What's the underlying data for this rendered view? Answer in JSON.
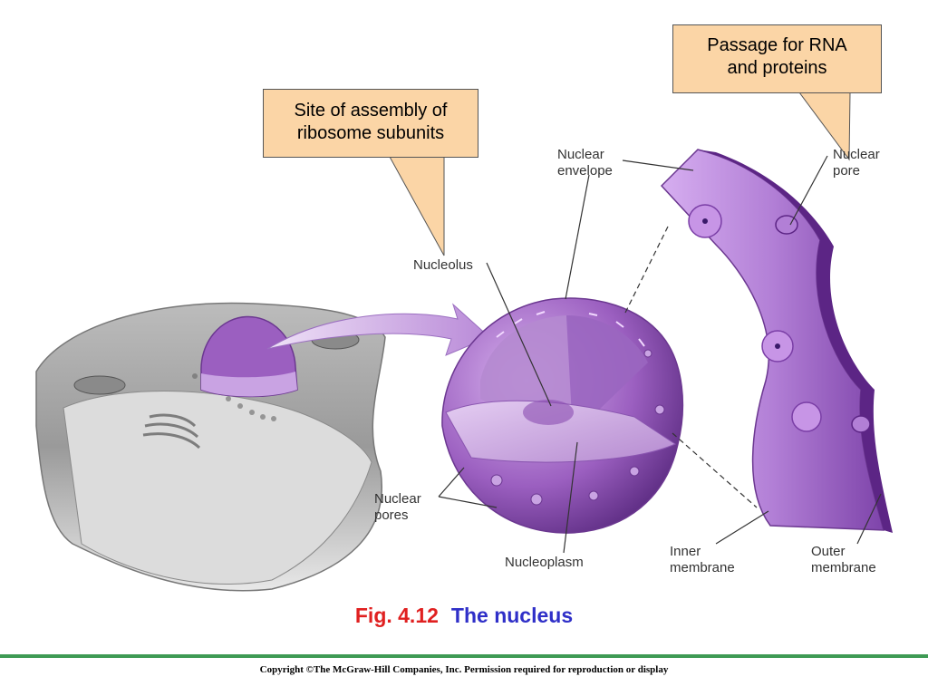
{
  "callouts": {
    "ribosome_site": "Site of assembly of\nribosome subunits",
    "rna_passage": "Passage for RNA\nand proteins"
  },
  "labels": {
    "nuclear_envelope": "Nuclear\nenvelope",
    "nuclear_pore": "Nuclear\npore",
    "nucleolus": "Nucleolus",
    "nuclear_pores": "Nuclear\npores",
    "nucleoplasm": "Nucleoplasm",
    "inner_membrane": "Inner\nmembrane",
    "outer_membrane": "Outer\nmembrane"
  },
  "caption": {
    "number": "Fig. 4.12",
    "title": "The nucleus"
  },
  "copyright": "Copyright ©The McGraw-Hill Companies, Inc. Permission required for reproduction or display",
  "colors": {
    "callout_fill": "#fbd5a6",
    "nucleus_purple": "#9b5fc0",
    "caption_number": "#e02020",
    "caption_title": "#2f2fc8",
    "footer_rule": "#3e9a54"
  }
}
